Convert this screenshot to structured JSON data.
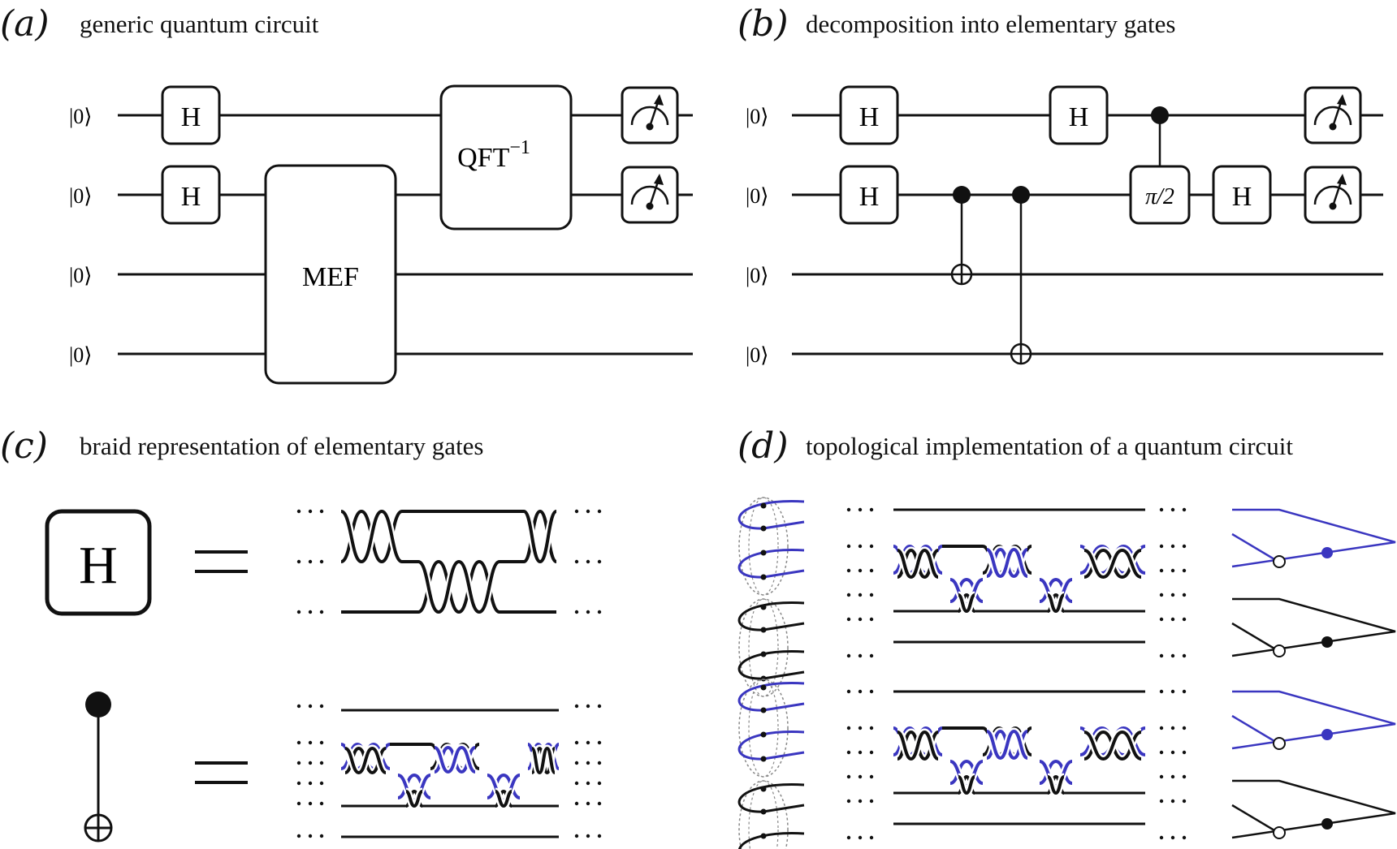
{
  "panels": {
    "a": {
      "label": "(a)",
      "title": "generic quantum circuit"
    },
    "b": {
      "label": "(b)",
      "title": "decomposition into elementary gates"
    },
    "c": {
      "label": "(c)",
      "title": "braid representation of elementary gates"
    },
    "d": {
      "label": "(d)",
      "title": "topological implementation of a quantum circuit"
    }
  },
  "circuit_a": {
    "inputs": [
      "|0⟩",
      "|0⟩",
      "|0⟩",
      "|0⟩"
    ],
    "gates": {
      "h1": "H",
      "h2": "H",
      "mef": "MEF",
      "qft": "QFT",
      "qft_exp": "−1"
    }
  },
  "circuit_b": {
    "inputs": [
      "|0⟩",
      "|0⟩",
      "|0⟩",
      "|0⟩"
    ],
    "gates": {
      "h1": "H",
      "h2": "H",
      "h3": "H",
      "phase": "π/2",
      "h4": "H"
    }
  },
  "braid_c": {
    "gate": "H"
  },
  "colors": {
    "ink": "#111111",
    "blue": "#3a36c0",
    "gray": "#888888"
  }
}
